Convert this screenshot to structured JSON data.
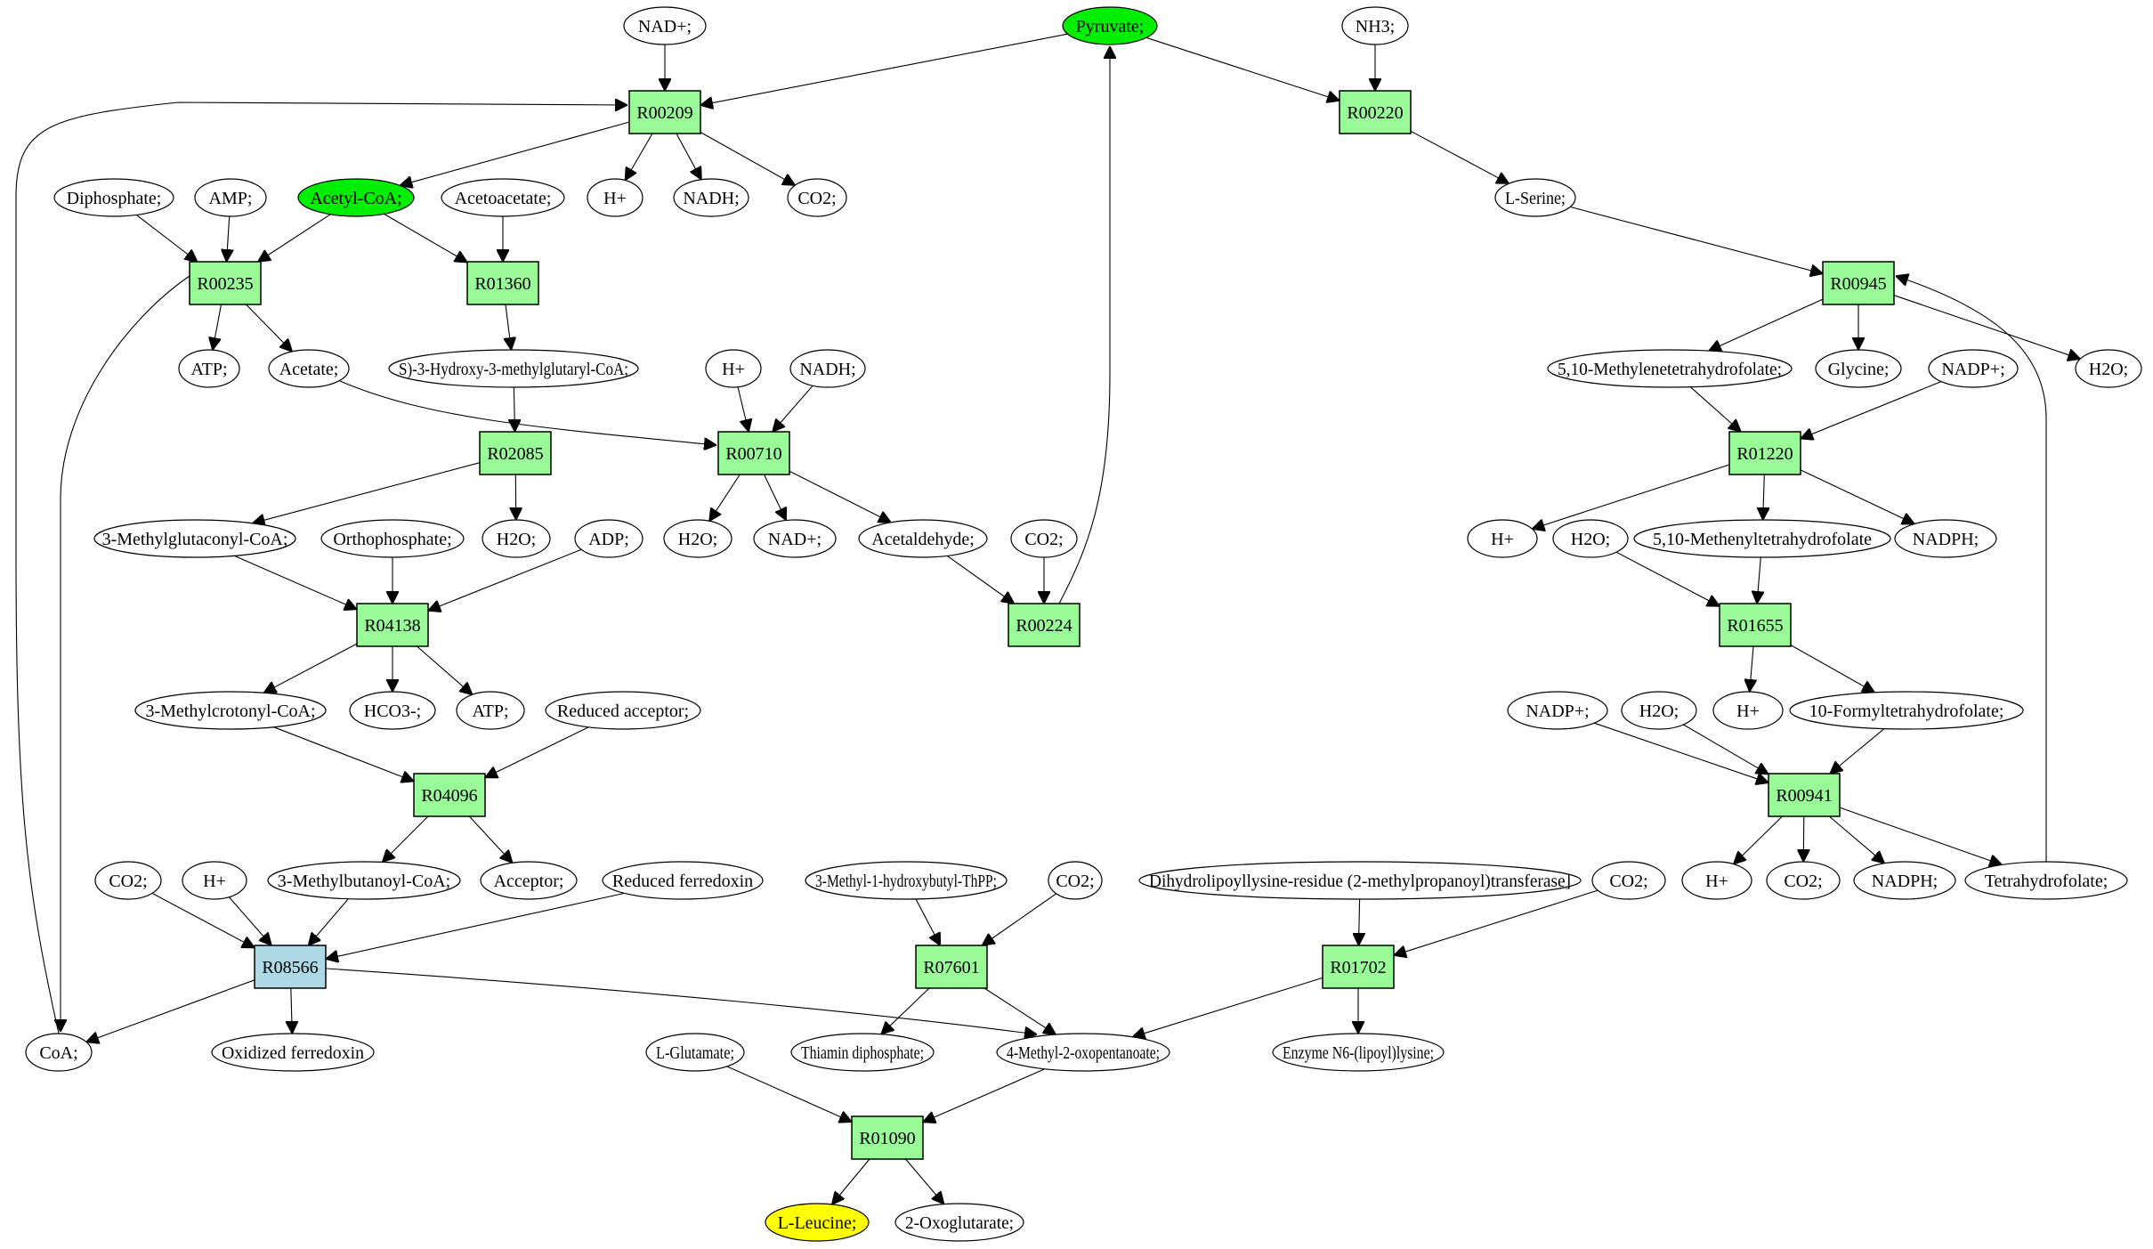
{
  "diagram": {
    "type": "metabolic-pathway-graph",
    "colors": {
      "reaction_fill": "#98fb98",
      "reaction_highlight_fill": "#add8e6",
      "compound_fill": "#ffffff",
      "source_fill": "#00ee00",
      "target_fill": "#ffff00",
      "stroke": "#000000"
    },
    "nodes": [
      {
        "id": "c_nad1",
        "label": "NAD+;",
        "kind": "compound"
      },
      {
        "id": "c_pyruvate",
        "label": "Pyruvate;",
        "kind": "compound",
        "style": "source"
      },
      {
        "id": "c_nh3",
        "label": "NH3;",
        "kind": "compound"
      },
      {
        "id": "r_R00209",
        "label": "R00209",
        "kind": "reaction"
      },
      {
        "id": "r_R00220",
        "label": "R00220",
        "kind": "reaction"
      },
      {
        "id": "c_diphosphate",
        "label": "Diphosphate;",
        "kind": "compound"
      },
      {
        "id": "c_amp",
        "label": "AMP;",
        "kind": "compound"
      },
      {
        "id": "c_acetylcoa",
        "label": "Acetyl-CoA;",
        "kind": "compound",
        "style": "source"
      },
      {
        "id": "c_acetoacetate",
        "label": "Acetoacetate;",
        "kind": "compound"
      },
      {
        "id": "c_h1",
        "label": "H+",
        "kind": "compound"
      },
      {
        "id": "c_nadh1",
        "label": "NADH;",
        "kind": "compound"
      },
      {
        "id": "c_co2_1",
        "label": "CO2;",
        "kind": "compound"
      },
      {
        "id": "c_lserine",
        "label": "L-Serine;",
        "kind": "compound"
      },
      {
        "id": "r_R00235",
        "label": "R00235",
        "kind": "reaction"
      },
      {
        "id": "r_R01360",
        "label": "R01360",
        "kind": "reaction"
      },
      {
        "id": "r_R00945",
        "label": "R00945",
        "kind": "reaction"
      },
      {
        "id": "c_atp1",
        "label": "ATP;",
        "kind": "compound"
      },
      {
        "id": "c_acetate",
        "label": "Acetate;",
        "kind": "compound"
      },
      {
        "id": "c_hmgcoa",
        "label": "S)-3-Hydroxy-3-methylglutaryl-CoA;",
        "kind": "compound"
      },
      {
        "id": "c_h2",
        "label": "H+",
        "kind": "compound"
      },
      {
        "id": "c_nadh2",
        "label": "NADH;",
        "kind": "compound"
      },
      {
        "id": "c_methylenethf",
        "label": "5,10-Methylenetetrahydrofolate;",
        "kind": "compound"
      },
      {
        "id": "c_glycine",
        "label": "Glycine;",
        "kind": "compound"
      },
      {
        "id": "c_nadp1",
        "label": "NADP+;",
        "kind": "compound"
      },
      {
        "id": "c_h2o_1",
        "label": "H2O;",
        "kind": "compound"
      },
      {
        "id": "r_R02085",
        "label": "R02085",
        "kind": "reaction"
      },
      {
        "id": "r_R00710",
        "label": "R00710",
        "kind": "reaction"
      },
      {
        "id": "r_R01220",
        "label": "R01220",
        "kind": "reaction"
      },
      {
        "id": "c_mglutaconyl",
        "label": "3-Methylglutaconyl-CoA;",
        "kind": "compound"
      },
      {
        "id": "c_orthophosphate",
        "label": "Orthophosphate;",
        "kind": "compound"
      },
      {
        "id": "c_h2o_2",
        "label": "H2O;",
        "kind": "compound"
      },
      {
        "id": "c_adp",
        "label": "ADP;",
        "kind": "compound"
      },
      {
        "id": "c_h2o_3",
        "label": "H2O;",
        "kind": "compound"
      },
      {
        "id": "c_nad2",
        "label": "NAD+;",
        "kind": "compound"
      },
      {
        "id": "c_acetaldehyde",
        "label": "Acetaldehyde;",
        "kind": "compound"
      },
      {
        "id": "c_co2_2",
        "label": "CO2;",
        "kind": "compound"
      },
      {
        "id": "c_h3",
        "label": "H+",
        "kind": "compound"
      },
      {
        "id": "c_h2o_4",
        "label": "H2O;",
        "kind": "compound"
      },
      {
        "id": "c_methenylthf",
        "label": "5,10-Methenyltetrahydrofolate",
        "kind": "compound"
      },
      {
        "id": "c_nadph1",
        "label": "NADPH;",
        "kind": "compound"
      },
      {
        "id": "r_R04138",
        "label": "R04138",
        "kind": "reaction"
      },
      {
        "id": "r_R00224",
        "label": "R00224",
        "kind": "reaction"
      },
      {
        "id": "r_R01655",
        "label": "R01655",
        "kind": "reaction"
      },
      {
        "id": "c_mcrotonyl",
        "label": "3-Methylcrotonyl-CoA;",
        "kind": "compound"
      },
      {
        "id": "c_hco3",
        "label": "HCO3-;",
        "kind": "compound"
      },
      {
        "id": "c_atp2",
        "label": "ATP;",
        "kind": "compound"
      },
      {
        "id": "c_redacceptor",
        "label": "Reduced acceptor;",
        "kind": "compound"
      },
      {
        "id": "c_nadp2",
        "label": "NADP+;",
        "kind": "compound"
      },
      {
        "id": "c_h2o_5",
        "label": "H2O;",
        "kind": "compound"
      },
      {
        "id": "c_h4",
        "label": "H+",
        "kind": "compound"
      },
      {
        "id": "c_formylthf",
        "label": "10-Formyltetrahydrofolate;",
        "kind": "compound"
      },
      {
        "id": "r_R04096",
        "label": "R04096",
        "kind": "reaction"
      },
      {
        "id": "r_R00941",
        "label": "R00941",
        "kind": "reaction"
      },
      {
        "id": "c_co2_3",
        "label": "CO2;",
        "kind": "compound"
      },
      {
        "id": "c_h5",
        "label": "H+",
        "kind": "compound"
      },
      {
        "id": "c_mbutanoyl",
        "label": "3-Methylbutanoyl-CoA;",
        "kind": "compound"
      },
      {
        "id": "c_acceptor",
        "label": "Acceptor;",
        "kind": "compound"
      },
      {
        "id": "c_redferredoxin",
        "label": "Reduced ferredoxin",
        "kind": "compound"
      },
      {
        "id": "c_mhbthpp",
        "label": "3-Methyl-1-hydroxybutyl-ThPP;",
        "kind": "compound"
      },
      {
        "id": "c_co2_4",
        "label": "CO2;",
        "kind": "compound"
      },
      {
        "id": "c_dihydrolipoyl",
        "label": "Dihydrolipoyllysine-residue (2-methylpropanoyl)transferase]",
        "kind": "compound"
      },
      {
        "id": "c_co2_5",
        "label": "CO2;",
        "kind": "compound"
      },
      {
        "id": "c_h6",
        "label": "H+",
        "kind": "compound"
      },
      {
        "id": "c_co2_6",
        "label": "CO2;",
        "kind": "compound"
      },
      {
        "id": "c_nadph2",
        "label": "NADPH;",
        "kind": "compound"
      },
      {
        "id": "c_thf",
        "label": "Tetrahydrofolate;",
        "kind": "compound"
      },
      {
        "id": "r_R08566",
        "label": "R08566",
        "kind": "reaction",
        "style": "highlight"
      },
      {
        "id": "r_R07601",
        "label": "R07601",
        "kind": "reaction"
      },
      {
        "id": "r_R01702",
        "label": "R01702",
        "kind": "reaction"
      },
      {
        "id": "c_coa",
        "label": "CoA;",
        "kind": "compound"
      },
      {
        "id": "c_oxferredoxin",
        "label": "Oxidized ferredoxin",
        "kind": "compound"
      },
      {
        "id": "c_lglutamate",
        "label": "L-Glutamate;",
        "kind": "compound"
      },
      {
        "id": "c_thiamin",
        "label": "Thiamin diphosphate;",
        "kind": "compound"
      },
      {
        "id": "c_4m2op",
        "label": "4-Methyl-2-oxopentanoate;",
        "kind": "compound"
      },
      {
        "id": "c_enzymen6",
        "label": "Enzyme N6-(lipoyl)lysine;",
        "kind": "compound"
      },
      {
        "id": "r_R01090",
        "label": "R01090",
        "kind": "reaction"
      },
      {
        "id": "c_lleucine",
        "label": "L-Leucine;",
        "kind": "compound",
        "style": "target"
      },
      {
        "id": "c_oxoglutarate",
        "label": "2-Oxoglutarate;",
        "kind": "compound"
      }
    ],
    "edges": [
      [
        "c_nad1",
        "r_R00209"
      ],
      [
        "c_pyruvate",
        "r_R00209"
      ],
      [
        "c_coa",
        "r_R00209"
      ],
      [
        "r_R00209",
        "c_acetylcoa"
      ],
      [
        "r_R00209",
        "c_h1"
      ],
      [
        "r_R00209",
        "c_nadh1"
      ],
      [
        "r_R00209",
        "c_co2_1"
      ],
      [
        "c_pyruvate",
        "r_R00220"
      ],
      [
        "c_nh3",
        "r_R00220"
      ],
      [
        "r_R00220",
        "c_lserine"
      ],
      [
        "c_diphosphate",
        "r_R00235"
      ],
      [
        "c_amp",
        "r_R00235"
      ],
      [
        "c_acetylcoa",
        "r_R00235"
      ],
      [
        "r_R00235",
        "c_atp1"
      ],
      [
        "r_R00235",
        "c_acetate"
      ],
      [
        "r_R00235",
        "c_coa"
      ],
      [
        "c_acetylcoa",
        "r_R01360"
      ],
      [
        "c_acetoacetate",
        "r_R01360"
      ],
      [
        "r_R01360",
        "c_hmgcoa"
      ],
      [
        "c_lserine",
        "r_R00945"
      ],
      [
        "c_thf",
        "r_R00945"
      ],
      [
        "r_R00945",
        "c_methylenethf"
      ],
      [
        "r_R00945",
        "c_glycine"
      ],
      [
        "r_R00945",
        "c_h2o_1"
      ],
      [
        "c_hmgcoa",
        "r_R02085"
      ],
      [
        "r_R02085",
        "c_mglutaconyl"
      ],
      [
        "r_R02085",
        "c_h2o_2"
      ],
      [
        "c_acetate",
        "r_R00710"
      ],
      [
        "c_h2",
        "r_R00710"
      ],
      [
        "c_nadh2",
        "r_R00710"
      ],
      [
        "r_R00710",
        "c_h2o_3"
      ],
      [
        "r_R00710",
        "c_nad2"
      ],
      [
        "r_R00710",
        "c_acetaldehyde"
      ],
      [
        "c_methylenethf",
        "r_R01220"
      ],
      [
        "c_nadp1",
        "r_R01220"
      ],
      [
        "r_R01220",
        "c_h3"
      ],
      [
        "r_R01220",
        "c_methenylthf"
      ],
      [
        "r_R01220",
        "c_nadph1"
      ],
      [
        "c_mglutaconyl",
        "r_R04138"
      ],
      [
        "c_orthophosphate",
        "r_R04138"
      ],
      [
        "c_adp",
        "r_R04138"
      ],
      [
        "r_R04138",
        "c_mcrotonyl"
      ],
      [
        "r_R04138",
        "c_hco3"
      ],
      [
        "r_R04138",
        "c_atp2"
      ],
      [
        "c_acetaldehyde",
        "r_R00224"
      ],
      [
        "c_co2_2",
        "r_R00224"
      ],
      [
        "r_R00224",
        "c_pyruvate"
      ],
      [
        "c_h2o_4",
        "r_R01655"
      ],
      [
        "c_methenylthf",
        "r_R01655"
      ],
      [
        "r_R01655",
        "c_h4"
      ],
      [
        "r_R01655",
        "c_formylthf"
      ],
      [
        "c_mcrotonyl",
        "r_R04096"
      ],
      [
        "c_redacceptor",
        "r_R04096"
      ],
      [
        "r_R04096",
        "c_mbutanoyl"
      ],
      [
        "r_R04096",
        "c_acceptor"
      ],
      [
        "c_nadp2",
        "r_R00941"
      ],
      [
        "c_h2o_5",
        "r_R00941"
      ],
      [
        "c_formylthf",
        "r_R00941"
      ],
      [
        "r_R00941",
        "c_h6"
      ],
      [
        "r_R00941",
        "c_co2_6"
      ],
      [
        "r_R00941",
        "c_nadph2"
      ],
      [
        "r_R00941",
        "c_thf"
      ],
      [
        "c_co2_3",
        "r_R08566"
      ],
      [
        "c_h5",
        "r_R08566"
      ],
      [
        "c_mbutanoyl",
        "r_R08566"
      ],
      [
        "c_redferredoxin",
        "r_R08566"
      ],
      [
        "r_R08566",
        "c_coa"
      ],
      [
        "r_R08566",
        "c_oxferredoxin"
      ],
      [
        "r_R08566",
        "c_4m2op"
      ],
      [
        "c_mhbthpp",
        "r_R07601"
      ],
      [
        "c_co2_4",
        "r_R07601"
      ],
      [
        "r_R07601",
        "c_thiamin"
      ],
      [
        "r_R07601",
        "c_4m2op"
      ],
      [
        "c_dihydrolipoyl",
        "r_R01702"
      ],
      [
        "c_co2_5",
        "r_R01702"
      ],
      [
        "r_R01702",
        "c_4m2op"
      ],
      [
        "r_R01702",
        "c_enzymen6"
      ],
      [
        "c_lglutamate",
        "r_R01090"
      ],
      [
        "c_4m2op",
        "r_R01090"
      ],
      [
        "r_R01090",
        "c_lleucine"
      ],
      [
        "r_R01090",
        "c_oxoglutarate"
      ]
    ]
  }
}
